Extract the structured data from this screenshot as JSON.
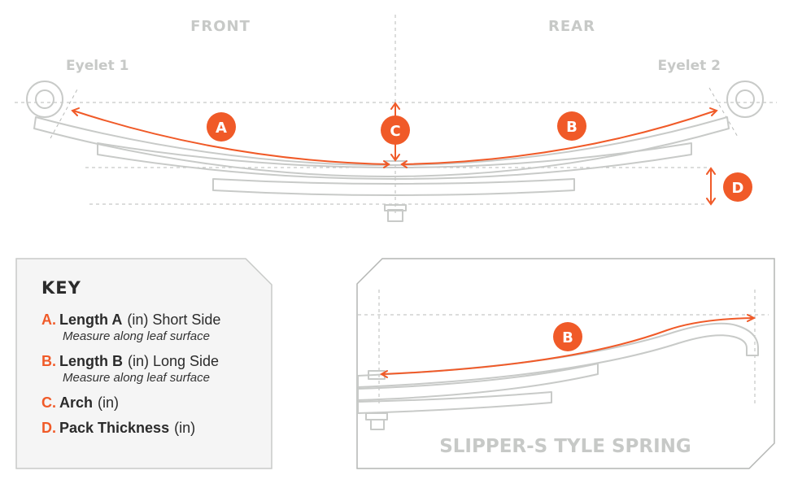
{
  "headers": {
    "front": "FRONT",
    "rear": "REAR"
  },
  "eyelets": {
    "left": "Eyelet 1",
    "right": "Eyelet 2"
  },
  "markers": {
    "a": "A",
    "b": "B",
    "c": "C",
    "d": "D",
    "slipper_b": "B"
  },
  "slipper": {
    "title": "SLIPPER-S TYLE SPRING"
  },
  "key": {
    "title": "KEY",
    "items": [
      {
        "letter": "A.",
        "name": "Length A",
        "detail": "(in) Short Side",
        "note": "Measure along leaf surface"
      },
      {
        "letter": "B.",
        "name": "Length B",
        "detail": "(in) Long Side",
        "note": "Measure along leaf surface"
      },
      {
        "letter": "C.",
        "name": "Arch",
        "detail": "(in)"
      },
      {
        "letter": "D.",
        "name": "Pack Thickness",
        "detail": "(in)"
      }
    ]
  },
  "colors": {
    "accent": "#f05a28",
    "line": "#c8cac8",
    "text": "#2b2b2b"
  }
}
